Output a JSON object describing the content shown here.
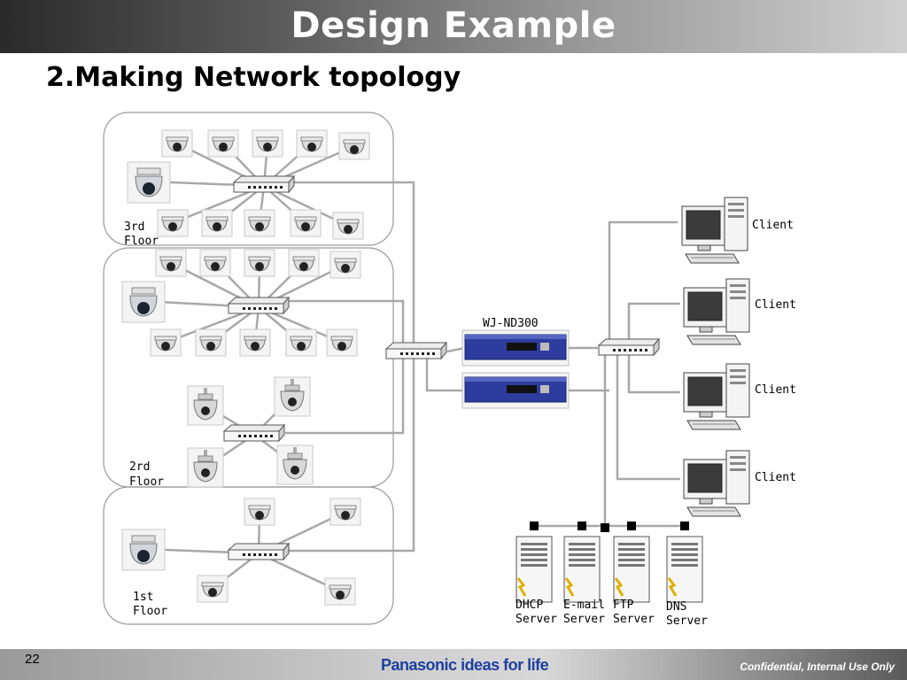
{
  "slide": {
    "title": "Design Example",
    "subtitle": "2.Making Network topology",
    "page_number": "22",
    "brand_name": "Panasonic",
    "brand_tagline": "ideas for life",
    "confidential": "Confidential, Internal Use Only"
  },
  "diagram": {
    "floors": {
      "third": [
        "3rd",
        "Floor"
      ],
      "second": [
        "2rd",
        "Floor"
      ],
      "first": [
        "1st",
        "Floor"
      ]
    },
    "recorder_label": "WJ-ND300",
    "clients": [
      "Client",
      "Client",
      "Client",
      "Client"
    ],
    "servers": [
      {
        "line1": "DHCP",
        "line2": "Server"
      },
      {
        "line1": "E-mail",
        "line2": "Server"
      },
      {
        "line1": "FTP",
        "line2": "Server"
      },
      {
        "line1": "DNS",
        "line2": "Server"
      }
    ],
    "colors": {
      "cable": "#a8a8a8",
      "floor_border": "#9a9a9a",
      "recorder": "#2c3d9e"
    }
  }
}
